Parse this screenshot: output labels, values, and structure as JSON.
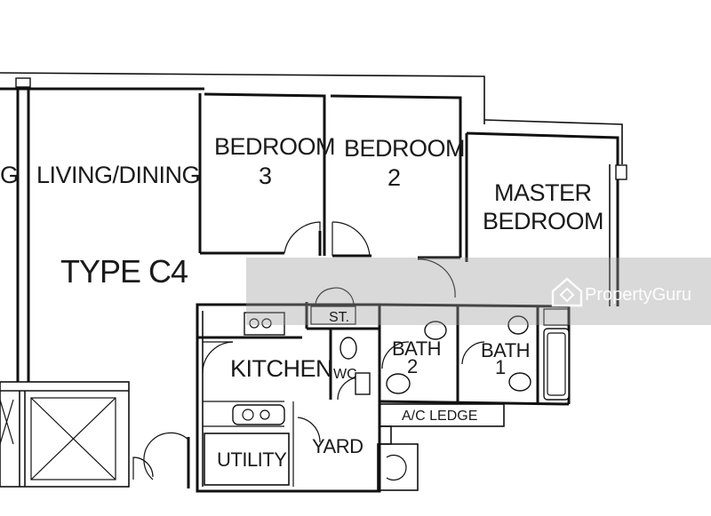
{
  "floor_plan": {
    "unit_type": "TYPE C4",
    "rooms": {
      "living_dining": "LIVING/DINING",
      "living_cut": "G",
      "bedroom3_line1": "BEDROOM",
      "bedroom3_line2": "3",
      "bedroom2_line1": "BEDROOM",
      "bedroom2_line2": "2",
      "master_line1": "MASTER",
      "master_line2": "BEDROOM",
      "store": "ST.",
      "bath2_line1": "BATH",
      "bath2_line2": "2",
      "bath1_line1": "BATH",
      "bath1_line2": "1",
      "kitchen": "KITCHEN",
      "wc": "WC",
      "ac_ledge": "A/C LEDGE",
      "utility": "UTILITY",
      "yard": "YARD"
    }
  },
  "watermark": {
    "brand": "PropertyGuru",
    "icon": "propertyguru-logo-icon"
  }
}
